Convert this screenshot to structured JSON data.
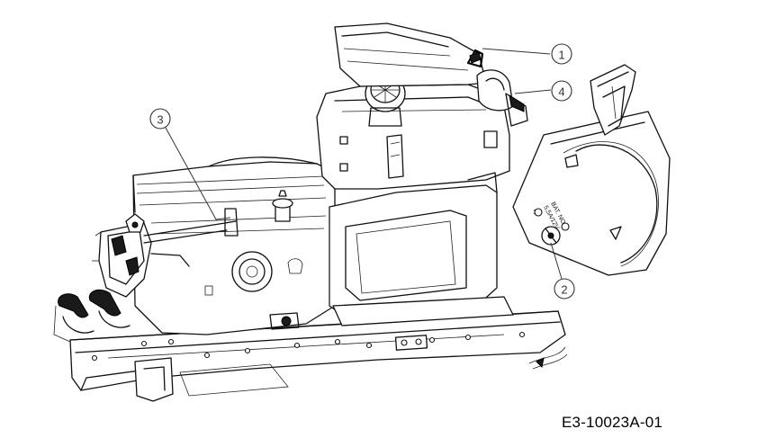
{
  "drawing_code": "E3-10023A-01",
  "callouts": [
    {
      "number": "1"
    },
    {
      "number": "2"
    },
    {
      "number": "3"
    },
    {
      "number": "4"
    }
  ],
  "plate_marking": {
    "line1": "BAT. NO",
    "line2": "5,5A/12V",
    "position_mark": "1"
  },
  "colors": {
    "line": "#111111",
    "background": "#ffffff"
  }
}
